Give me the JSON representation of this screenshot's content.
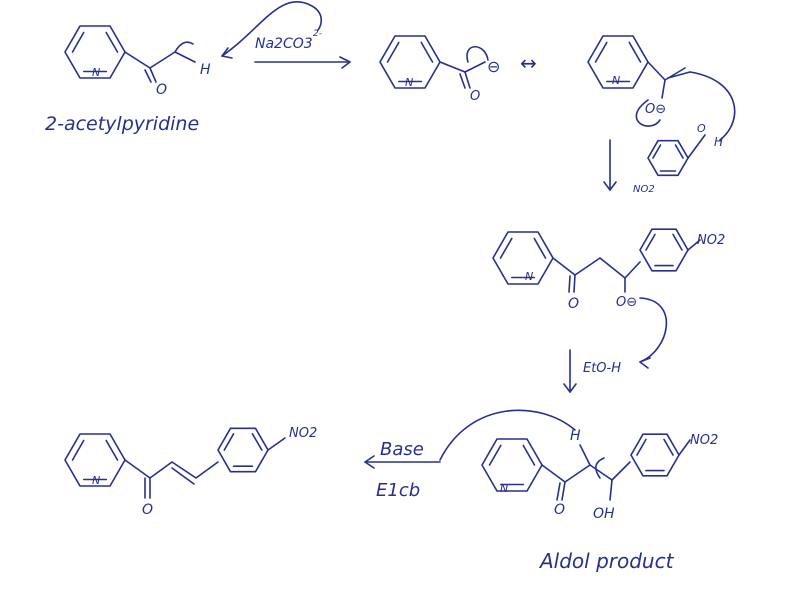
{
  "reagents": {
    "base": "Na2CO3",
    "base_charge": "2-",
    "protonation": "EtO-H",
    "elimination_base": "Base",
    "elimination_mech": "E1cb"
  },
  "labels": {
    "start": "2-acetylpyridine",
    "aldol": "Aldol product",
    "resonance": "↔"
  },
  "atoms": {
    "N": "N",
    "O": "O",
    "H": "H",
    "OH": "OH",
    "NO2": "NO2",
    "O_minus": "O⊖",
    "minus": "⊖"
  },
  "colors": {
    "ink": "#27308a"
  }
}
